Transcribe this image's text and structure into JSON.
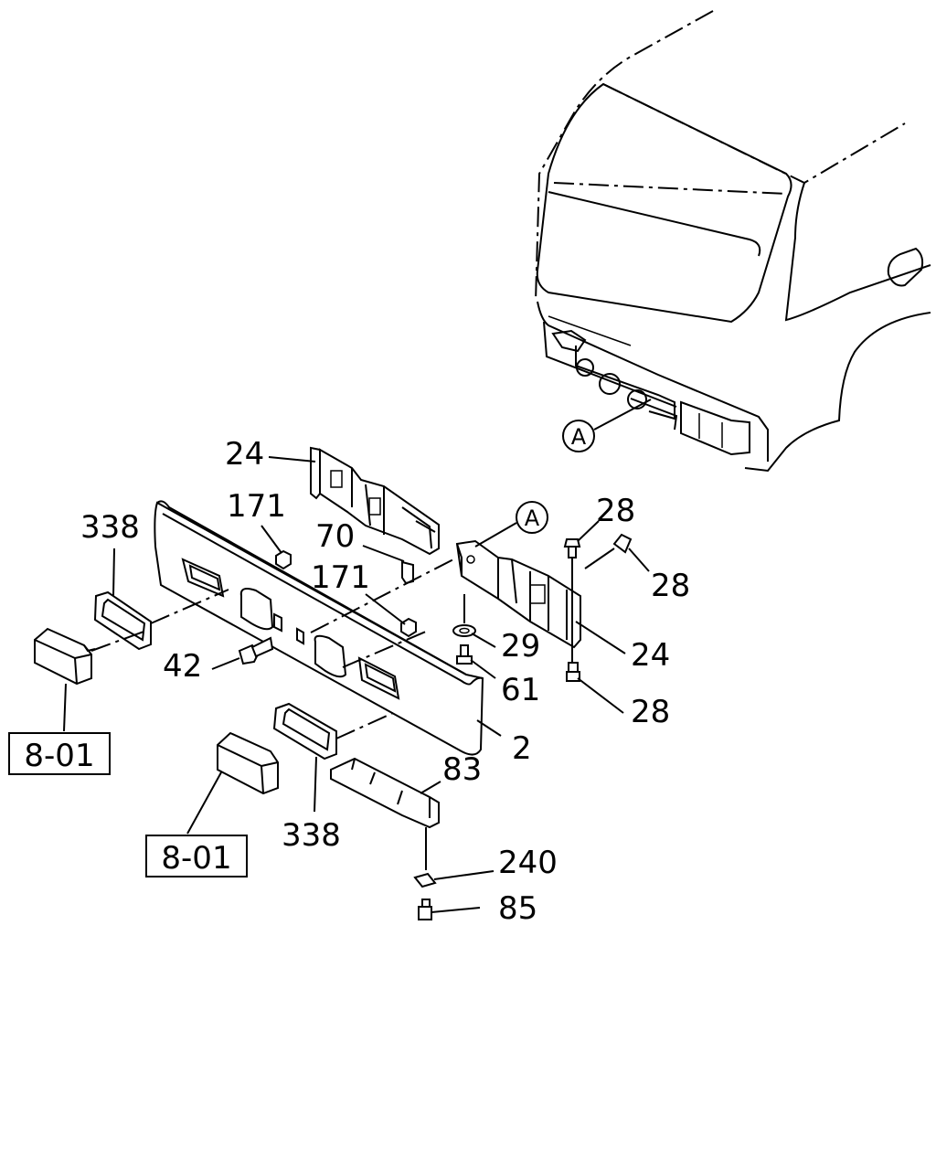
{
  "labels": {
    "l24a": "24",
    "l171a": "171",
    "l338a": "338",
    "l70": "70",
    "l171b": "171",
    "l42": "42",
    "l2": "2",
    "l338b": "338",
    "l83": "83",
    "l240": "240",
    "l85": "85",
    "l28a": "28",
    "l28b": "28",
    "l28c": "28",
    "l24b": "24",
    "l29": "29",
    "l61": "61"
  },
  "refs": {
    "r1": "8-01",
    "r2": "8-01"
  },
  "callouts": {
    "a1": "A",
    "a2": "A"
  }
}
